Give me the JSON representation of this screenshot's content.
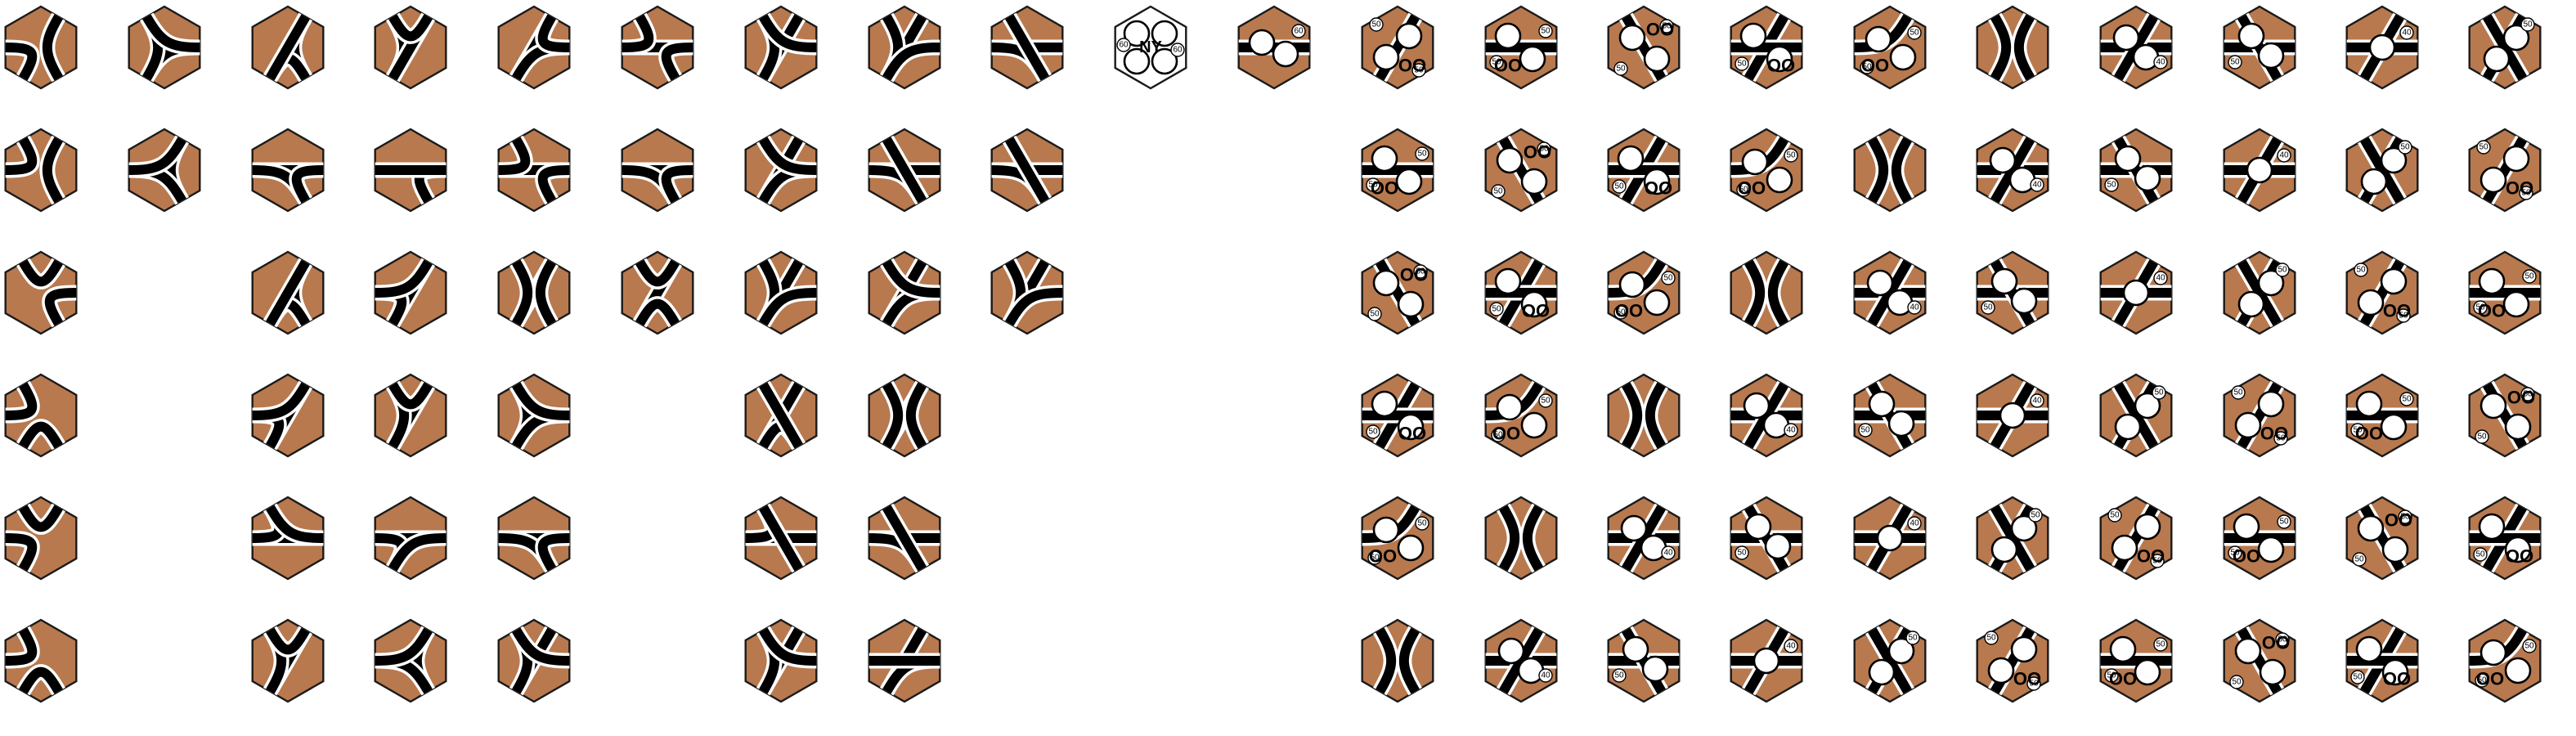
{
  "sheet": {
    "title": "",
    "background_color": "#ffffff",
    "tile_color": "#B8794E",
    "track_color": "#000000",
    "city_color": "#ffffff"
  },
  "tile_sets": [
    {
      "name": "brown-track-tiles",
      "kind": "track",
      "columns": [
        {
          "tiles": [
            {
              "paths": [
                [
                  3,
                  4
                ],
                [
                  0,
                  2
                ]
              ]
            },
            {
              "paths": [
                [
                  4,
                  5
                ],
                [
                  0,
                  2
                ]
              ]
            },
            {
              "paths": [
                [
                  5,
                  0
                ],
                [
                  1,
                  2
                ]
              ]
            },
            {
              "paths": [
                [
                  2,
                  3
                ],
                [
                  4,
                  5
                ]
              ]
            },
            {
              "paths": [
                [
                  3,
                  4
                ],
                [
                  5,
                  0
                ]
              ]
            },
            {
              "paths": [
                [
                  4,
                  5
                ],
                [
                  2,
                  3
                ]
              ]
            }
          ]
        },
        {
          "tiles": [
            {
              "paths": [
                [
                  1,
                  3
                ],
                [
                  3,
                  5
                ],
                [
                  5,
                  1
                ]
              ]
            },
            {
              "paths": [
                [
                  0,
                  2
                ],
                [
                  2,
                  4
                ],
                [
                  4,
                  0
                ]
              ]
            }
          ]
        },
        {
          "tiles": [
            {
              "paths": [
                [
                  0,
                  2
                ],
                [
                  2,
                  3
                ],
                [
                  3,
                  0
                ]
              ]
            },
            {
              "paths": [
                [
                  1,
                  4
                ],
                [
                  4,
                  2
                ],
                [
                  2,
                  1
                ]
              ]
            },
            {
              "paths": [
                [
                  0,
                  2
                ],
                [
                  2,
                  3
                ],
                [
                  3,
                  0
                ]
              ]
            },
            {
              "paths": [
                [
                  0,
                  3
                ],
                [
                  3,
                  4
                ],
                [
                  4,
                  0
                ]
              ]
            },
            {
              "paths": [
                [
                  1,
                  4
                ],
                [
                  4,
                  5
                ],
                [
                  5,
                  1
                ]
              ]
            },
            {
              "paths": [
                [
                  0,
                  3
                ],
                [
                  3,
                  5
                ],
                [
                  5,
                  0
                ]
              ]
            }
          ]
        },
        {
          "tiles": [
            {
              "paths": [
                [
                  5,
                  3
                ],
                [
                  3,
                  0
                ],
                [
                  0,
                  5
                ]
              ]
            },
            {
              "paths": [
                [
                  1,
                  2
                ],
                [
                  1,
                  4
                ]
              ]
            },
            {
              "paths": [
                [
                  0,
                  3
                ],
                [
                  3,
                  4
                ],
                [
                  4,
                  0
                ]
              ]
            },
            {
              "paths": [
                [
                  0,
                  3
                ],
                [
                  3,
                  5
                ],
                [
                  5,
                  0
                ]
              ]
            },
            {
              "paths": [
                [
                  1,
                  4
                ],
                [
                  4,
                  3
                ],
                [
                  3,
                  1
                ]
              ]
            },
            {
              "paths": [
                [
                  0,
                  2
                ],
                [
                  2,
                  4
                ],
                [
                  4,
                  0
                ]
              ]
            }
          ]
        },
        {
          "tiles": [
            {
              "paths": [
                [
                  0,
                  3
                ],
                [
                  3,
                  1
                ],
                [
                  1,
                  0
                ]
              ]
            },
            {
              "paths": [
                [
                  1,
                  4
                ],
                [
                  1,
                  2
                ],
                [
                  4,
                  5
                ]
              ]
            },
            {
              "paths": [
                [
                  0,
                  3
                ],
                [
                  0,
                  2
                ],
                [
                  3,
                  5
                ]
              ]
            },
            {
              "paths": [
                [
                  5,
                  3
                ],
                [
                  3,
                  1
                ],
                [
                  1,
                  5
                ]
              ]
            },
            {
              "paths": [
                [
                  1,
                  4
                ],
                [
                  4,
                  2
                ],
                [
                  2,
                  1
                ]
              ]
            },
            {
              "paths": [
                [
                  0,
                  3
                ],
                [
                  3,
                  5
                ],
                [
                  5,
                  1
                ]
              ]
            }
          ]
        },
        {
          "tiles": [
            {
              "paths": [
                [
                  1,
                  4
                ],
                [
                  1,
                  2
                ],
                [
                  4,
                  5
                ]
              ]
            },
            {
              "paths": [
                [
                  1,
                  4
                ],
                [
                  4,
                  2
                ],
                [
                  2,
                  1
                ]
              ]
            },
            {
              "paths": [
                [
                  0,
                  3
                ],
                [
                  0,
                  5
                ],
                [
                  3,
                  2
                ]
              ]
            }
          ]
        },
        {
          "tiles": [
            {
              "paths": [
                [
                  0,
                  3
                ],
                [
                  3,
                  5
                ],
                [
                  5,
                  1
                ]
              ]
            },
            {
              "paths": [
                [
                  0,
                  3
                ],
                [
                  3,
                  1
                ],
                [
                  1,
                  5
                ]
              ]
            },
            {
              "paths": [
                [
                  0,
                  3
                ],
                [
                  3,
                  5
                ],
                [
                  1,
                  3
                ]
              ]
            },
            {
              "paths": [
                [
                  0,
                  3
                ],
                [
                  3,
                  2
                ],
                [
                  2,
                  5
                ]
              ]
            },
            {
              "paths": [
                [
                  1,
                  4
                ],
                [
                  4,
                  5
                ],
                [
                  5,
                  2
                ]
              ]
            },
            {
              "paths": [
                [
                  0,
                  3
                ],
                [
                  3,
                  5
                ],
                [
                  5,
                  1
                ]
              ]
            }
          ]
        },
        {
          "tiles": [
            {
              "paths": [
                [
                  0,
                  3
                ],
                [
                  3,
                  5
                ],
                [
                  1,
                  3
                ]
              ]
            },
            {
              "paths": [
                [
                  1,
                  4
                ],
                [
                  4,
                  2
                ],
                [
                  2,
                  5
                ]
              ]
            },
            {
              "paths": [
                [
                  0,
                  3
                ],
                [
                  3,
                  1
                ],
                [
                  1,
                  5
                ]
              ]
            },
            {
              "paths": [
                [
                  0,
                  3
                ],
                [
                  0,
                  2
                ],
                [
                  3,
                  5
                ]
              ]
            },
            {
              "paths": [
                [
                  1,
                  4
                ],
                [
                  4,
                  2
                ],
                [
                  2,
                  5
                ]
              ]
            },
            {
              "paths": [
                [
                  0,
                  3
                ],
                [
                  3,
                  1
                ],
                [
                  1,
                  4
                ]
              ]
            }
          ]
        },
        {
          "tiles": [
            {
              "paths": [
                [
                  1,
                  4
                ],
                [
                  4,
                  2
                ],
                [
                  2,
                  5
                ]
              ]
            },
            {
              "paths": [
                [
                  1,
                  4
                ],
                [
                  4,
                  2
                ],
                [
                  2,
                  5
                ]
              ]
            },
            {
              "paths": [
                [
                  0,
                  3
                ],
                [
                  3,
                  5
                ],
                [
                  3,
                  1
                ]
              ]
            }
          ]
        }
      ]
    }
  ],
  "special_tile": {
    "label": "NY",
    "values": [
      "60",
      "60"
    ]
  },
  "city_tiles": {
    "oo_label": "OO",
    "value_labels": [
      "50",
      "60",
      "40"
    ]
  }
}
